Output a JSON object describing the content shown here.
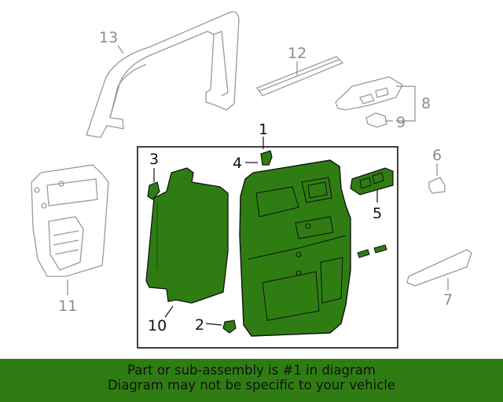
{
  "callouts": {
    "c1": "1",
    "c2": "2",
    "c3": "3",
    "c4": "4",
    "c5": "5",
    "c6": "6",
    "c7": "7",
    "c8": "8",
    "c9": "9",
    "c10": "10",
    "c11": "11",
    "c12": "12",
    "c13": "13"
  },
  "banner": {
    "line1": "Part or sub-assembly is #1 in diagram",
    "line2": "Diagram may not be specific to your vehicle"
  },
  "colors": {
    "highlight": "#2f7d12",
    "outline_gray": "#9a9a9a",
    "outline_dark": "#111111",
    "banner_bg": "#2f7d12"
  }
}
